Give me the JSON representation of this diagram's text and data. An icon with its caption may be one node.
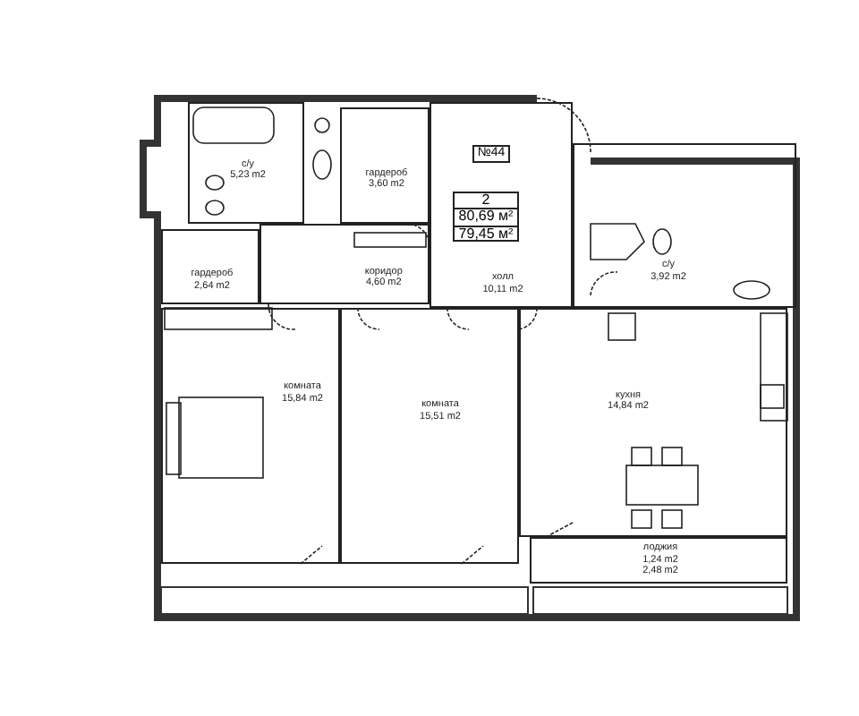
{
  "diagram": {
    "nodes": [
      {
        "text": [
          "с/у",
          "5,23 m2"
        ]
      },
      {
        "text": [
          "гардероб",
          "3,60 m2"
        ]
      },
      {
        "text": [
          "холл",
          "10,11 m2"
        ]
      },
      {
        "text": [
          "№44"
        ],
        "in": 2
      },
      {
        "text": [
          "2",
          "80,69 м²",
          "79,45 м²"
        ],
        "in": 2
      },
      {
        "text": [
          "гардероб",
          "2,64 m2"
        ]
      },
      {
        "text": [
          "коридор",
          "4,60 m2"
        ]
      },
      {
        "text": [
          "с/у",
          "3,92 m2"
        ]
      },
      {
        "text": [
          "комната",
          "15,84 m2"
        ]
      },
      {
        "text": [
          "комната",
          "15,51 m2"
        ]
      },
      {
        "text": [
          "кухня",
          "14,84 m2"
        ]
      },
      {
        "text": [
          "лоджия",
          "1,24 m2",
          "2,48 m2"
        ]
      }
    ]
  }
}
